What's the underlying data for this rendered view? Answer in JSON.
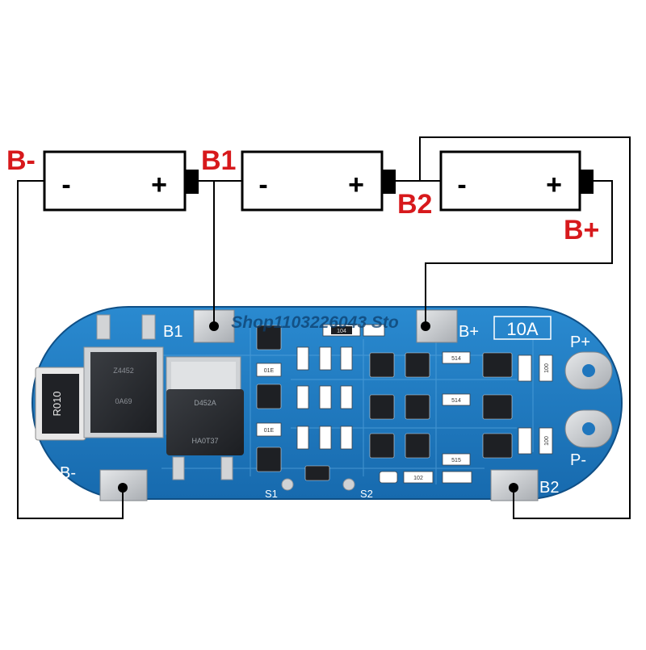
{
  "terminal_labels": {
    "b_minus": "B-",
    "b1": "B1",
    "b2": "B2",
    "b_plus": "B+"
  },
  "battery_signs": {
    "negative": "-",
    "positive": "+"
  },
  "board": {
    "pad_b1": "B1",
    "pad_b_plus": "B+",
    "pad_b_minus": "B-",
    "pad_b2": "B2",
    "pad_p_plus": "P+",
    "pad_p_minus": "P-",
    "current_rating": "10A",
    "shunt_resistor": "R010",
    "mosfet_1_line1": "Z4452",
    "mosfet_1_line2": "0A69",
    "mosfet_2_line1": "D452A",
    "mosfet_2_line2": "HA0T37",
    "switch_s1": "S1",
    "switch_s2": "S2",
    "resistor_code_104": "104",
    "resistor_code_102": "102",
    "resistor_code_01e": "01E",
    "resistor_code_514": "514",
    "resistor_code_515": "515",
    "resistor_code_100": "100",
    "watermark": "Shop1103226043 Sto"
  },
  "colors": {
    "label_red": "#d7191c",
    "board_blue": "#1f76bd",
    "wire": "#000000",
    "pad_silver": "#c9ccd0"
  }
}
